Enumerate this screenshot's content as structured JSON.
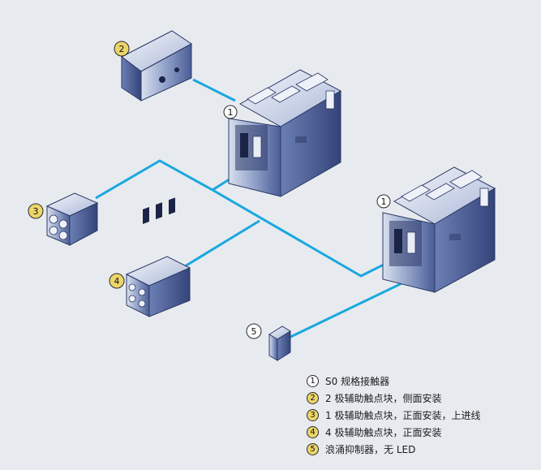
{
  "callouts": [
    {
      "num": "1",
      "style": "white"
    },
    {
      "num": "2",
      "style": "yellow"
    },
    {
      "num": "3",
      "style": "yellow"
    },
    {
      "num": "4",
      "style": "yellow"
    },
    {
      "num": "5",
      "style": "white"
    },
    {
      "num": "1",
      "style": "white"
    }
  ],
  "legend": [
    {
      "num": "1",
      "style": "white",
      "text": "S0 规格接触器"
    },
    {
      "num": "2",
      "style": "yellow",
      "text": "2 极辅助触点块，侧面安装"
    },
    {
      "num": "3",
      "style": "yellow",
      "text": "1 极辅助触点块，正面安装，上进线"
    },
    {
      "num": "4",
      "style": "yellow",
      "text": "4 极辅助触点块，正面安装"
    },
    {
      "num": "5",
      "style": "yellow",
      "text": "浪涌抑制器，无 LED"
    }
  ],
  "colors": {
    "background": "#e7ebef",
    "connector": "#1aa7e0",
    "callout_yellow": "#ecd56a",
    "device_blue": "#5b6fa8"
  }
}
